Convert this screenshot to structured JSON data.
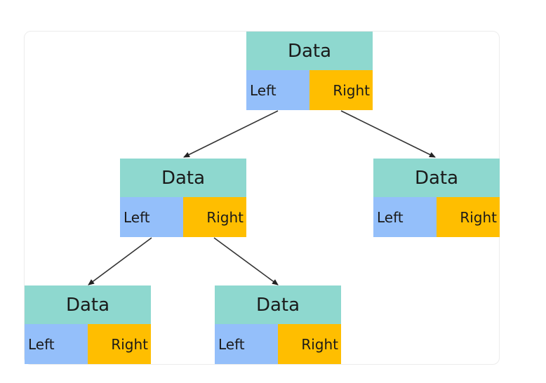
{
  "nodes": {
    "root": {
      "data": "Data",
      "left": "Left",
      "right": "Right"
    },
    "left_child": {
      "data": "Data",
      "left": "Left",
      "right": "Right"
    },
    "right_child": {
      "data": "Data",
      "left": "Left",
      "right": "Right"
    },
    "left_left_child": {
      "data": "Data",
      "left": "Left",
      "right": "Right"
    },
    "left_right_child": {
      "data": "Data",
      "left": "Left",
      "right": "Right"
    }
  },
  "colors": {
    "data_cell": "#8ed8cf",
    "left_cell": "#94bffa",
    "right_cell": "#ffbe00",
    "arrow": "#222222"
  }
}
